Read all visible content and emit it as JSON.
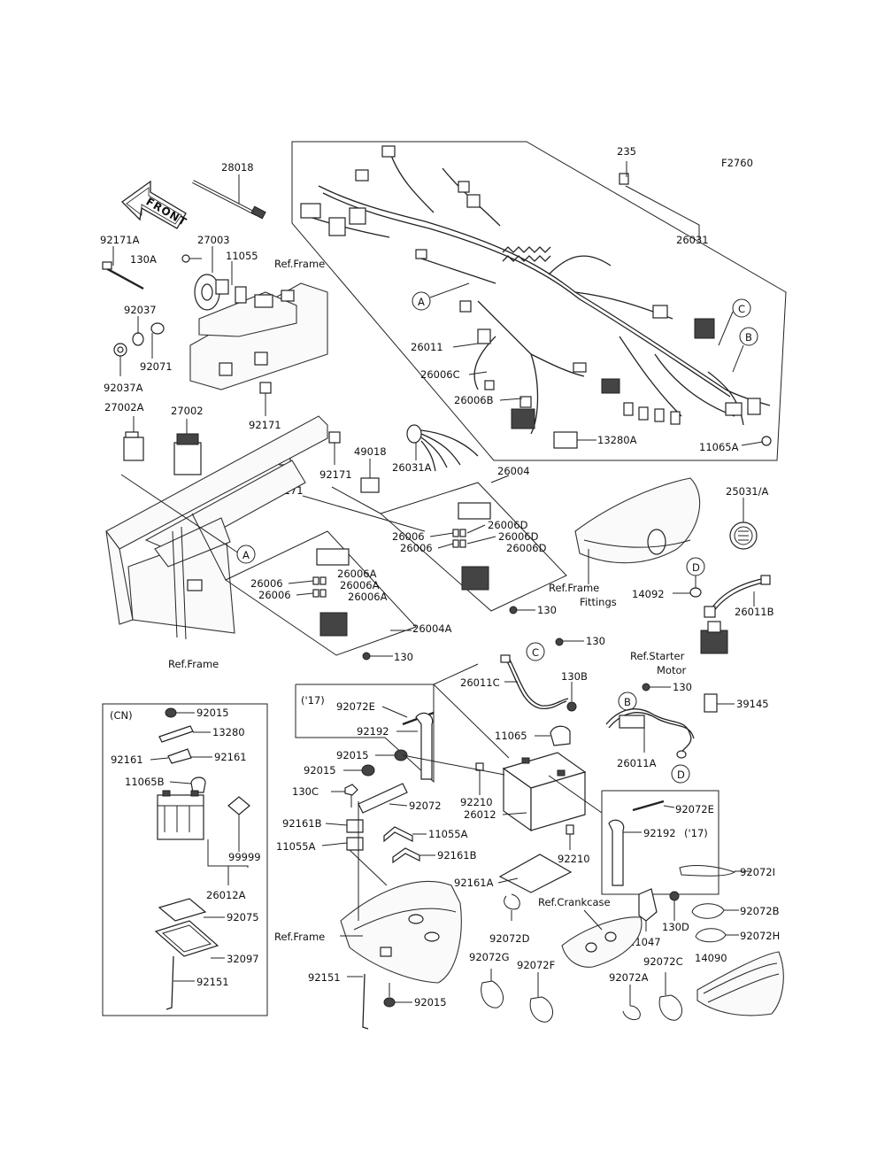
{
  "figure_code": "F2760",
  "front_label": "FRONT",
  "refs": {
    "frame_top": "Ref.Frame",
    "frame_left": "Ref.Frame",
    "frame_bottom": "Ref.Frame",
    "frame_fittings_1": "Ref.Frame",
    "frame_fittings_2": "Fittings",
    "starter_1": "Ref.Starter",
    "starter_2": "Motor",
    "crankcase": "Ref.Crankcase"
  },
  "markers": {
    "A": "A",
    "B": "B",
    "C": "C",
    "D": "D"
  },
  "notes": {
    "y17_a": "('17)",
    "y17_b": "('17)",
    "cn": "(CN)"
  },
  "parts": {
    "p235": "235",
    "p28018": "28018",
    "p26031": "26031",
    "p92171A": "92171A",
    "p130A": "130A",
    "p27003": "27003",
    "p11055": "11055",
    "p92037": "92037",
    "p92071": "92071",
    "p92037A": "92037A",
    "p26011": "26011",
    "p26006C": "26006C",
    "p26006B": "26006B",
    "p13280A": "13280A",
    "p11065A": "11065A",
    "p92171_a": "92171",
    "p27002A": "27002A",
    "p27002": "27002",
    "p92171_b": "92171",
    "p92171_c": "92171",
    "p49018": "49018",
    "p26031A": "26031A",
    "p26004": "26004",
    "p26006D_1": "26006D",
    "p26006D_2": "26006D",
    "p26006D_3": "26006D",
    "p26006_1": "26006",
    "p26006_2": "26006",
    "p26006A_1": "26006A",
    "p26006A_2": "26006A",
    "p26006A_3": "26006A",
    "p26006_3": "26006",
    "p26006_4": "26006",
    "p26004A": "26004A",
    "p130_1": "130",
    "p130_2": "130",
    "p25031A": "25031/A",
    "p14092": "14092",
    "p26011B": "26011B",
    "p130_3": "130",
    "p26011C": "26011C",
    "p130B": "130B",
    "p130_4": "130",
    "p39145": "39145",
    "p92072E_1": "92072E",
    "p92192_1": "92192",
    "p11065": "11065",
    "p26011A": "26011A",
    "p92015_1": "92015",
    "p92015_2": "92015",
    "p130C": "130C",
    "p92072": "92072",
    "p92210_1": "92210",
    "p26012": "26012",
    "p92161B_1": "92161B",
    "p11055A_1": "11055A",
    "p11055A_2": "11055A",
    "p92161B_2": "92161B",
    "p92210_2": "92210",
    "p92072E_2": "92072E",
    "p92192_2": "92192",
    "p92161A": "92161A",
    "p92072I": "92072I",
    "p92072B": "92072B",
    "p130D": "130D",
    "p11047": "11047",
    "p92072H": "92072H",
    "p14090": "14090",
    "p92072D": "92072D",
    "p92072G": "92072G",
    "p92072F": "92072F",
    "p92072C": "92072C",
    "p92072A": "92072A",
    "p92151_1": "92151",
    "p92015_3": "92015",
    "cn92015": "92015",
    "cn13280": "13280",
    "cn92161_1": "92161",
    "cn92161_2": "92161",
    "cn11065B": "11065B",
    "cn99999": "99999",
    "cn26012A": "26012A",
    "cn92075": "92075",
    "cn32097": "32097",
    "cn92151": "92151"
  }
}
